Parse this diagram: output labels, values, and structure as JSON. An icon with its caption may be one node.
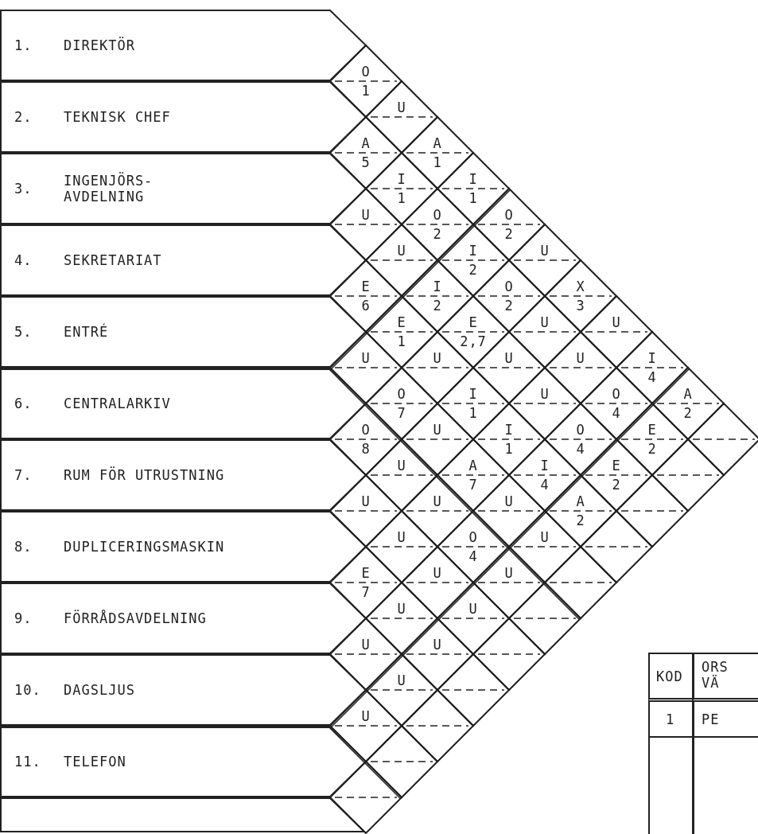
{
  "diagram": {
    "nodes": [
      {
        "text": [
          "1.",
          "DIREKTÖR"
        ]
      },
      {
        "text": [
          "2.",
          "TEKNISK CHEF"
        ]
      },
      {
        "text": [
          "3.",
          "INGENJÖRS- AVDELNING"
        ]
      },
      {
        "text": [
          "4.",
          "SEKRETARIAT"
        ]
      },
      {
        "text": [
          "5.",
          "ENTRÉ"
        ]
      },
      {
        "text": [
          "6.",
          "CENTRALARKIV"
        ]
      },
      {
        "text": [
          "7.",
          "RUM FÖR UTRUSTNING"
        ]
      },
      {
        "text": [
          "8.",
          "DUPLICERINGSMASKIN"
        ]
      },
      {
        "text": [
          "9.",
          "FÖRRÅDSAVDELNING"
        ]
      },
      {
        "text": [
          "10.",
          "DAGSLJUS"
        ]
      },
      {
        "text": [
          "11.",
          "TELEFON"
        ]
      },
      {
        "text": [],
        "shape": "box"
      },
      {
        "text": [
          "O",
          "1"
        ]
      },
      {
        "text": [
          "U"
        ]
      },
      {
        "text": [
          "A",
          "5"
        ]
      },
      {
        "text": [
          "A",
          "1"
        ]
      },
      {
        "text": [
          "I",
          "1"
        ]
      },
      {
        "text": [
          "I",
          "1"
        ]
      },
      {
        "text": [
          "U"
        ]
      },
      {
        "text": [
          "O",
          "2"
        ]
      },
      {
        "text": [
          "O",
          "2"
        ]
      },
      {
        "text": [
          "U"
        ]
      },
      {
        "text": [
          "I",
          "2"
        ]
      },
      {
        "text": [
          "U"
        ]
      },
      {
        "text": [
          "E",
          "6"
        ]
      },
      {
        "text": [
          "I",
          "2"
        ]
      },
      {
        "text": [
          "O",
          "2"
        ]
      },
      {
        "text": [
          "X",
          "3"
        ]
      },
      {
        "text": [
          "E",
          "1"
        ]
      },
      {
        "text": [
          "E",
          "2,7"
        ]
      },
      {
        "text": [
          "U"
        ]
      },
      {
        "text": [
          "U"
        ]
      },
      {
        "text": [
          "U"
        ]
      },
      {
        "text": [
          "U"
        ]
      },
      {
        "text": [
          "U"
        ]
      },
      {
        "text": [
          "U"
        ]
      },
      {
        "text": [
          "I",
          "4"
        ]
      },
      {
        "text": [
          "O",
          "7"
        ]
      },
      {
        "text": [
          "I",
          "1"
        ]
      },
      {
        "text": [
          "U"
        ]
      },
      {
        "text": [
          "O",
          "4"
        ]
      },
      {
        "text": [
          "A",
          "2"
        ]
      },
      {
        "text": [
          "O",
          "8"
        ]
      },
      {
        "text": [
          "U"
        ]
      },
      {
        "text": [
          "I",
          "1"
        ]
      },
      {
        "text": [
          "O",
          "4"
        ]
      },
      {
        "text": [
          "E",
          "2"
        ]
      },
      {
        "text": [],
        "shape": "diamond"
      },
      {
        "text": [
          "U"
        ]
      },
      {
        "text": [
          "A",
          "7"
        ]
      },
      {
        "text": [
          "I",
          "4"
        ]
      },
      {
        "text": [
          "E",
          "2"
        ]
      },
      {
        "text": [],
        "shape": "diamond"
      },
      {
        "text": [
          "U"
        ]
      },
      {
        "text": [
          "U"
        ]
      },
      {
        "text": [
          "U"
        ]
      },
      {
        "text": [
          "A",
          "2"
        ]
      },
      {
        "text": [],
        "shape": "diamond"
      },
      {
        "text": [
          "U"
        ]
      },
      {
        "text": [
          "O",
          "4"
        ]
      },
      {
        "text": [
          "U"
        ]
      },
      {
        "text": [],
        "shape": "diamond"
      },
      {
        "text": [
          "E",
          "7"
        ]
      },
      {
        "text": [
          "U"
        ]
      },
      {
        "text": [
          "U"
        ]
      },
      {
        "text": [],
        "shape": "diamond"
      },
      {
        "text": [
          "U"
        ]
      },
      {
        "text": [
          "U"
        ]
      },
      {
        "text": [],
        "shape": "diamond"
      },
      {
        "text": [
          "U"
        ]
      },
      {
        "text": [
          "U"
        ]
      },
      {
        "text": [],
        "shape": "diamond"
      },
      {
        "text": [
          "U"
        ]
      },
      {
        "text": [],
        "shape": "diamond"
      },
      {
        "text": [
          "U"
        ]
      },
      {
        "text": [],
        "shape": "diamond"
      },
      {
        "text": [],
        "shape": "diamond"
      },
      {
        "text": [],
        "shape": "diamond"
      }
    ],
    "labels": [
      "KOD",
      "ORS VÄ",
      "1",
      "PE"
    ]
  }
}
